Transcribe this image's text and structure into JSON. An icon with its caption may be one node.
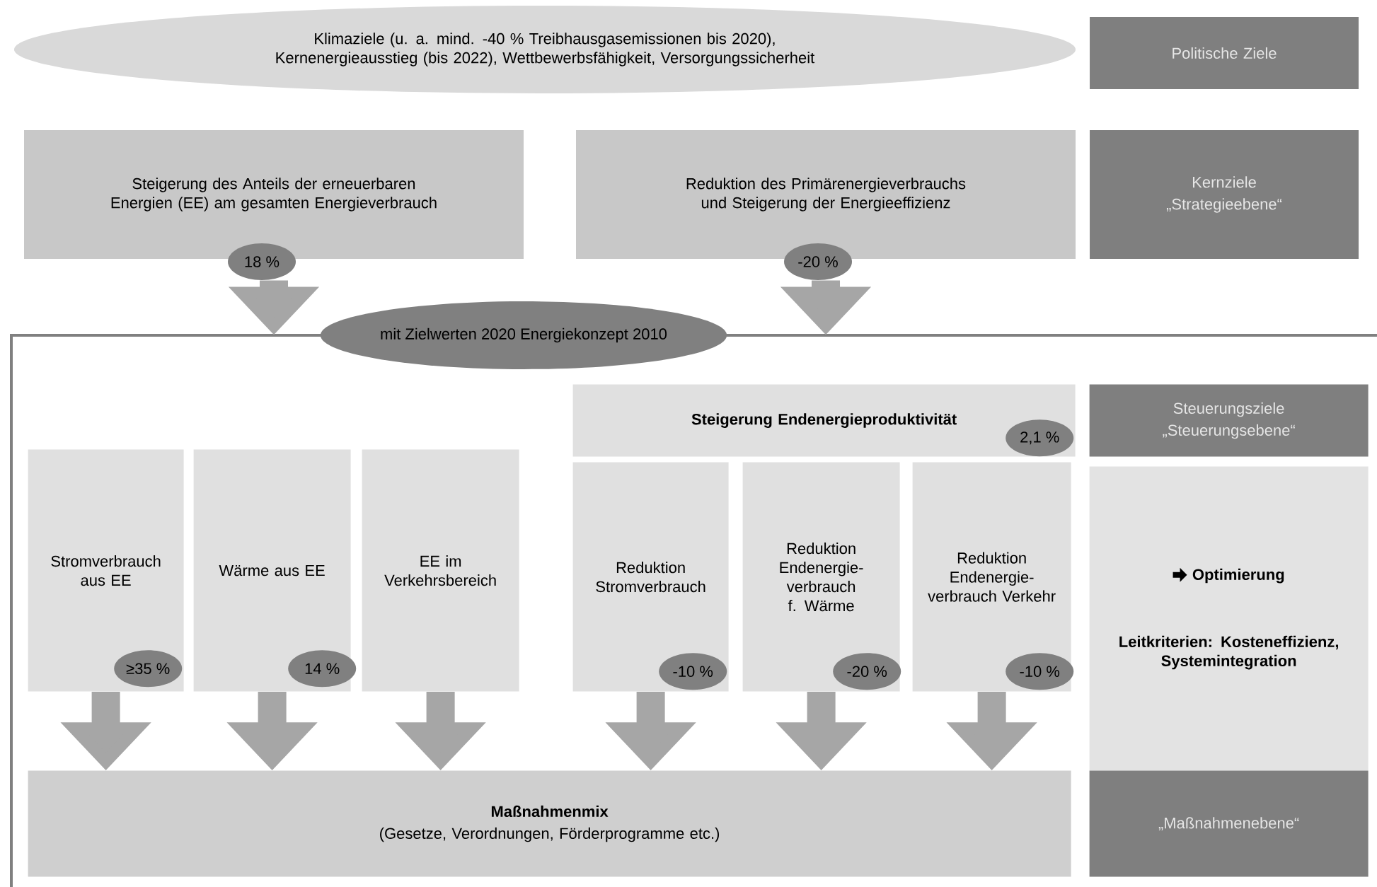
{
  "diagram": {
    "nodes": [
      {
        "text": [
          "Klimaziele (u. a. mind. -40 % Treibhausgasemissionen bis 2020), Kernenergieausstieg (bis 2022), Wettbewerbsfähigkeit, Versorgungssicherheit"
        ]
      },
      {
        "text": [
          "Politische Ziele"
        ]
      },
      {
        "text": [
          "Steigerung des Anteils der erneuerbaren Energien (EE) am gesamten Energieverbrauch"
        ],
        "beside": [
          "18 %"
        ]
      },
      {
        "text": [
          "Reduktion des Primärenergieverbrauchs und Steigerung der Energieeffizienz"
        ],
        "beside": [
          "-20 %"
        ]
      },
      {
        "text": [
          "Kernziele",
          "„Strategieebene“"
        ]
      },
      {
        "text": [
          "mit Zielwerten 2020 Energiekonzept 2010"
        ]
      },
      {
        "text": [
          "Stromverbrauch aus EE",
          "≥35 %"
        ],
        "in": 5
      },
      {
        "text": [
          "Wärme aus EE",
          "14 %"
        ],
        "in": 5
      },
      {
        "text": [
          "EE im Verkehrsbereich"
        ],
        "in": 5
      },
      {
        "text": [
          "Steigerung Endenergieproduktivität",
          "2,1 %"
        ],
        "in": 5
      },
      {
        "text": [
          "Reduktion Stromverbrauch",
          "-10 %"
        ],
        "in": 5
      },
      {
        "text": [
          "Reduktion Endenergie-verbrauch f. Wärme",
          "-20 %"
        ],
        "in": 5
      },
      {
        "text": [
          "Reduktion Endenergie-verbrauch Verkehr",
          "-10 %"
        ],
        "in": 5
      },
      {
        "text": [
          "Maßnahmenmix",
          "(Gesetze, Verordnungen, Förderprogramme etc.)"
        ],
        "in": 5
      },
      {
        "text": [
          "Steuerungsziele",
          "„Steuerungsebene“"
        ],
        "in": 5
      },
      {
        "text": [
          "Optimierung",
          "Leitkriterien: Kosteneffizienz, Systemintegration"
        ],
        "in": 5
      },
      {
        "text": [
          "„Maßnahmenebene“"
        ],
        "in": 5
      }
    ],
    "edges": [
      {
        "from": 2,
        "to": 5,
        "arrow": "to"
      },
      {
        "from": 3,
        "to": 5,
        "arrow": "to"
      },
      {
        "from": 6,
        "to": 13,
        "arrow": "to"
      },
      {
        "from": 7,
        "to": 13,
        "arrow": "to"
      },
      {
        "from": 8,
        "to": 13,
        "arrow": "to"
      },
      {
        "from": 10,
        "to": 13,
        "arrow": "to"
      },
      {
        "from": 11,
        "to": 13,
        "arrow": "to"
      },
      {
        "from": 12,
        "to": 13,
        "arrow": "to"
      }
    ]
  }
}
